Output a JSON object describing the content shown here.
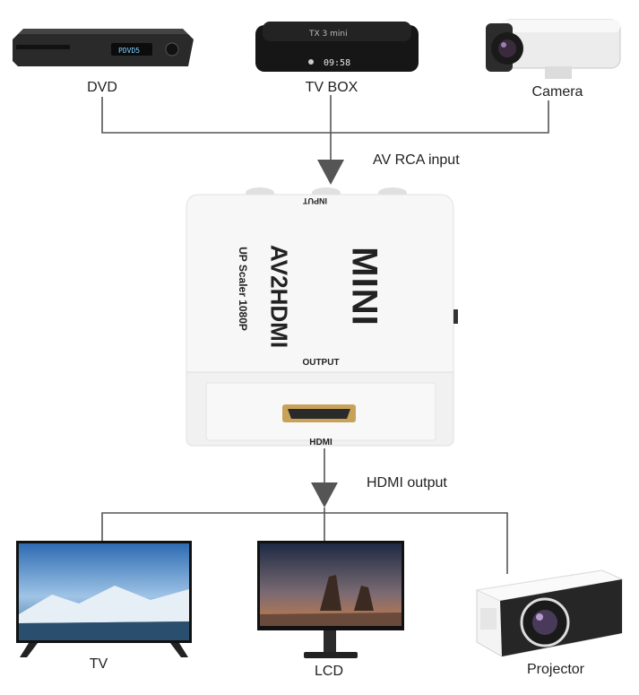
{
  "sources": [
    {
      "label": "DVD",
      "icon": "dvd-player-icon"
    },
    {
      "label": "TV BOX",
      "icon": "tv-box-icon"
    },
    {
      "label": "Camera",
      "icon": "security-camera-icon"
    }
  ],
  "input_label": "AV RCA input",
  "output_label": "HDMI output",
  "converter": {
    "input_port_text": "INPUT",
    "brand_text": "AV2HDMI",
    "sub_text": "UP Scaler 1080P",
    "mini_text": "MINI",
    "output_text": "OUTPUT",
    "hdmi_text": "HDMI"
  },
  "tvbox_display": {
    "brand": "TX 3 mini",
    "time": "09:58"
  },
  "dvd_display": {
    "text": "PDVD5"
  },
  "outputs": [
    {
      "label": "TV",
      "icon": "tv-icon"
    },
    {
      "label": "LCD",
      "icon": "lcd-monitor-icon"
    },
    {
      "label": "Projector",
      "icon": "projector-icon"
    }
  ],
  "colors": {
    "line": "#555555",
    "arrow": "#555555",
    "converter_body": "#f5f5f5"
  }
}
